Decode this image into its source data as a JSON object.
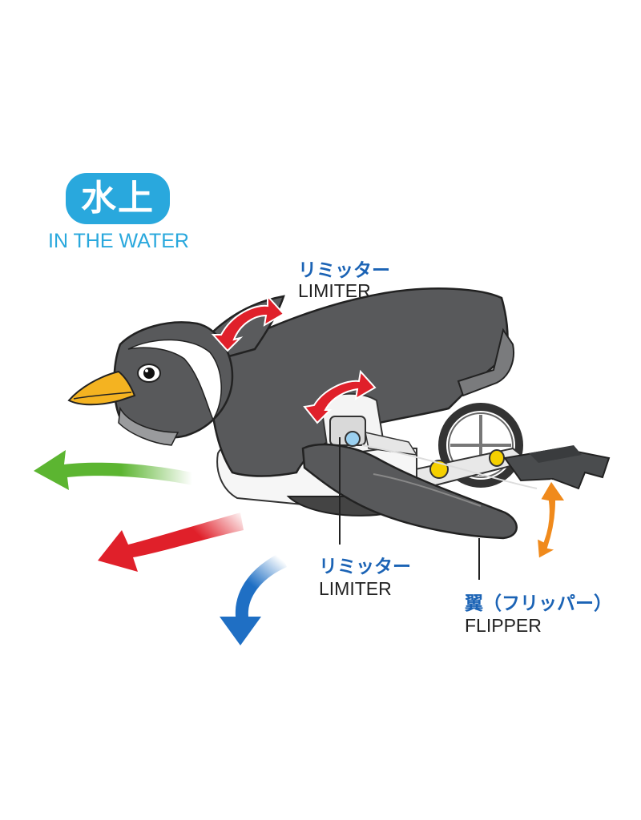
{
  "mode": {
    "jp": "水上",
    "en": "IN THE WATER"
  },
  "labels": {
    "limiter_top": {
      "jp": "リミッター",
      "en": "LIMITER"
    },
    "limiter_bottom": {
      "jp": "リミッター",
      "en": "LIMITER"
    },
    "flipper": {
      "jp": "翼（フリッパー）",
      "en": "FLIPPER"
    }
  },
  "colors": {
    "badge": "#29a8dd",
    "label_jp": "#1b63b5",
    "arrow_red": "#e0202a",
    "arrow_green": "#5cb531",
    "arrow_blue": "#1f6fc4",
    "arrow_orange": "#f08a1c",
    "penguin_body": "#555759",
    "penguin_beak": "#f4b321"
  }
}
